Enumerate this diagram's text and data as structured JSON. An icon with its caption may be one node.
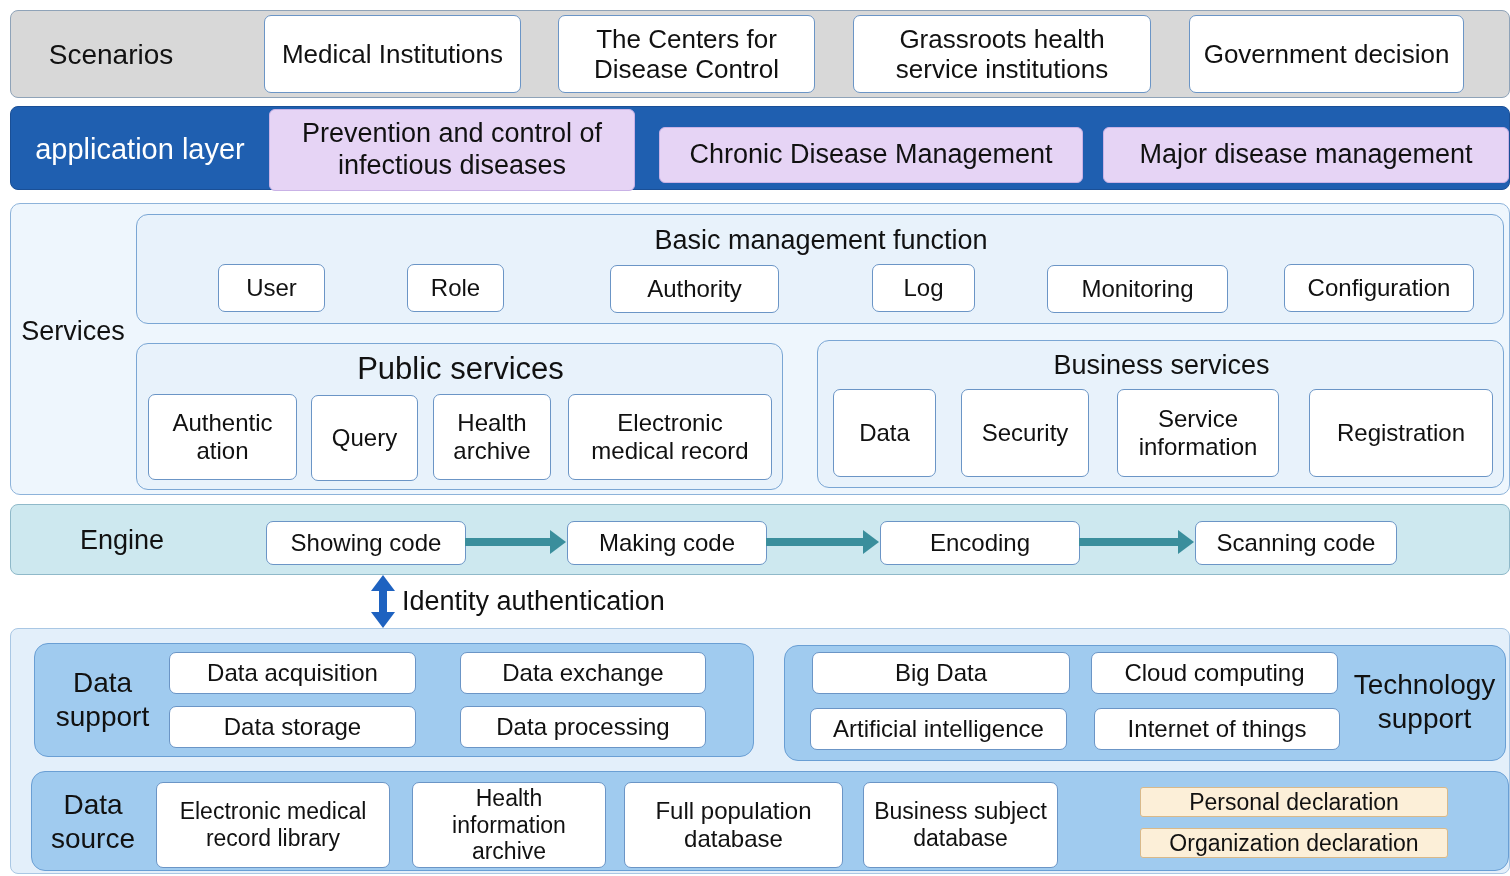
{
  "diagram": {
    "nodes": [
      {
        "text": [
          "Scenarios"
        ]
      },
      {
        "text": [
          "Medical Institutions"
        ],
        "in": 0
      },
      {
        "text": [
          "The Centers for Disease Control"
        ],
        "in": 0
      },
      {
        "text": [
          "Grassroots health service institutions"
        ],
        "in": 0
      },
      {
        "text": [
          "Government decision"
        ],
        "in": 0
      },
      {
        "text": [
          "application layer"
        ]
      },
      {
        "text": [
          "Prevention and control of infectious diseases"
        ],
        "in": 5
      },
      {
        "text": [
          "Chronic Disease Management"
        ],
        "in": 5
      },
      {
        "text": [
          "Major disease management"
        ],
        "in": 5
      },
      {
        "text": [
          "Services"
        ]
      },
      {
        "text": [
          "Basic management function"
        ],
        "in": 9
      },
      {
        "text": [
          "User"
        ],
        "in": 10
      },
      {
        "text": [
          "Role"
        ],
        "in": 10
      },
      {
        "text": [
          "Authority"
        ],
        "in": 10
      },
      {
        "text": [
          "Log"
        ],
        "in": 10
      },
      {
        "text": [
          "Monitoring"
        ],
        "in": 10
      },
      {
        "text": [
          "Configuration"
        ],
        "in": 10
      },
      {
        "text": [
          "Public services"
        ],
        "in": 9
      },
      {
        "text": [
          "Authentic ation"
        ],
        "in": 17
      },
      {
        "text": [
          "Query"
        ],
        "in": 17
      },
      {
        "text": [
          "Health archive"
        ],
        "in": 17
      },
      {
        "text": [
          "Electronic medical record"
        ],
        "in": 17
      },
      {
        "text": [
          "Business services"
        ],
        "in": 9
      },
      {
        "text": [
          "Data"
        ],
        "in": 22
      },
      {
        "text": [
          "Security"
        ],
        "in": 22
      },
      {
        "text": [
          "Service information"
        ],
        "in": 22
      },
      {
        "text": [
          "Registration"
        ],
        "in": 22
      },
      {
        "text": [
          "Engine"
        ]
      },
      {
        "text": [
          "Showing code"
        ],
        "in": 27
      },
      {
        "text": [
          "Making code"
        ],
        "in": 27
      },
      {
        "text": [
          "Encoding"
        ],
        "in": 27
      },
      {
        "text": [
          "Scanning code"
        ],
        "in": 27
      },
      {
        "text": [],
        "shape": "box"
      },
      {
        "text": [
          "Data support"
        ],
        "in": 32
      },
      {
        "text": [
          "Data acquisition"
        ],
        "in": 33
      },
      {
        "text": [
          "Data exchange"
        ],
        "in": 33
      },
      {
        "text": [
          "Data storage"
        ],
        "in": 33
      },
      {
        "text": [
          "Data processing"
        ],
        "in": 33
      },
      {
        "text": [
          "Technology support"
        ],
        "in": 32
      },
      {
        "text": [
          "Big Data"
        ],
        "in": 38
      },
      {
        "text": [
          "Cloud computing"
        ],
        "in": 38
      },
      {
        "text": [
          "Artificial intelligence"
        ],
        "in": 38
      },
      {
        "text": [
          "Internet of things"
        ],
        "in": 38
      },
      {
        "text": [
          "Data source"
        ],
        "in": 32
      },
      {
        "text": [
          "Electronic medical record library"
        ],
        "in": 43
      },
      {
        "text": [
          "Health information archive"
        ],
        "in": 43
      },
      {
        "text": [
          "Full population database"
        ],
        "in": 43
      },
      {
        "text": [
          "Business subject database"
        ],
        "in": 43
      },
      {
        "text": [
          "Personal declaration"
        ],
        "in": 43
      },
      {
        "text": [
          "Organization declaration"
        ],
        "in": 43
      }
    ],
    "edges": [
      {
        "from": 28,
        "to": 29,
        "arrow": "to"
      },
      {
        "from": 29,
        "to": 30,
        "arrow": "to"
      },
      {
        "from": 30,
        "to": 31,
        "arrow": "to"
      },
      {
        "from": 27,
        "to": 32,
        "arrow": "both",
        "color": "#1e62c0",
        "label": "Identity authentication"
      }
    ]
  }
}
